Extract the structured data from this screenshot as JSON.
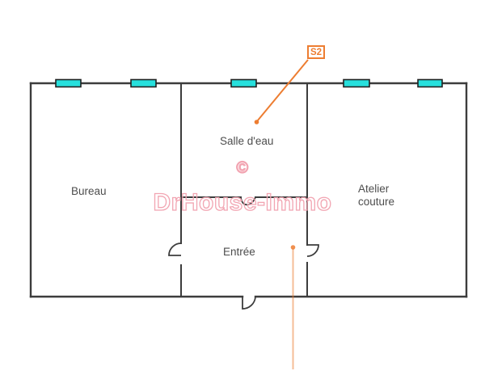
{
  "floorplan": {
    "rooms": {
      "bureau": {
        "label": "Bureau"
      },
      "salle_eau": {
        "label": "Salle d'eau"
      },
      "entree": {
        "label": "Entrée"
      },
      "atelier": {
        "label": "Atelier\ncouture"
      }
    },
    "annotations": {
      "surface_tag": "S2"
    },
    "watermark": {
      "symbol": "©",
      "name": "DrHouse-Immo"
    },
    "colors": {
      "wall": "#3c3c3c",
      "window_fill": "#27e0dd",
      "annotation_orange": "#ed7d31",
      "watermark_pink": "#f2a5b2",
      "label_gray": "#4d4d4d"
    },
    "window_count": 5
  }
}
